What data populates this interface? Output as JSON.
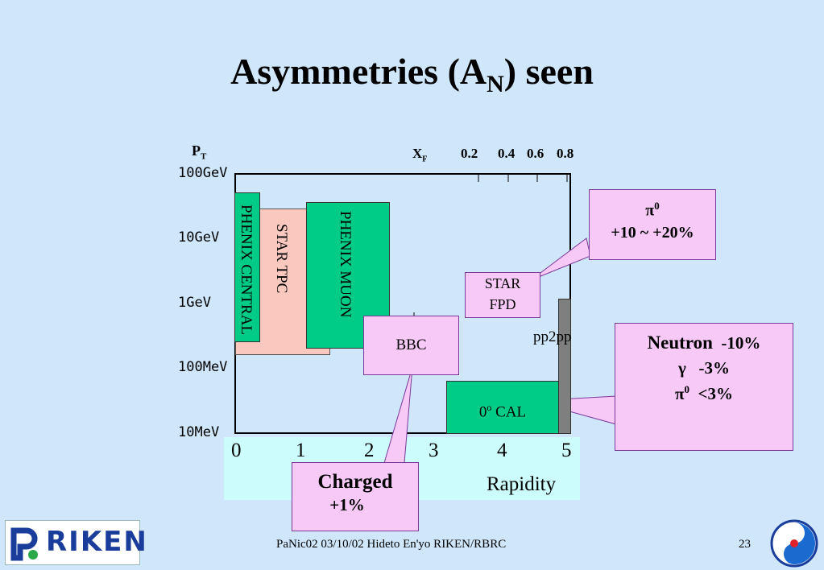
{
  "slide": {
    "title_main": "Asymmetries (A",
    "title_sub": "N",
    "title_end": ") seen",
    "footer": "PaNic02  03/10/02  Hideto En'yo RIKEN/RBRC",
    "page_number": "23"
  },
  "logo": {
    "text": "RIKEN"
  },
  "chart": {
    "y_axis_symbol": "P",
    "y_axis_sub": "T",
    "y_ticks": [
      "100GeV",
      "10GeV",
      "1GeV",
      "100MeV",
      "10MeV"
    ],
    "x_ticks": [
      "0",
      "1",
      "2",
      "3",
      "4",
      "5"
    ],
    "x_axis_label": "Rapidity",
    "xf_symbol": "X",
    "xf_sub": "F",
    "xf_ticks": [
      "0.2",
      "0.4",
      "0.6",
      "0.8"
    ],
    "regions": {
      "phenix_central": "PHENIX CENTRAL",
      "star_tpc": "STAR TPC",
      "phenix_muon": "PHENIX MUON",
      "bbc": "BBC",
      "star_fpd_line1": "STAR",
      "star_fpd_line2": "FPD",
      "pp2pp": "pp2pp",
      "zdc_sup": "o",
      "zdc_zero": "0",
      "zdc_cal": " CAL"
    },
    "callouts": {
      "pi0_symbol": "π",
      "pi0_sup": "0",
      "pi0_value": "+10 ~ +20%",
      "neutron_label": "Neutron",
      "neutron_value": "-10%",
      "gamma_symbol": "γ",
      "gamma_value": "-3%",
      "pi0b_symbol": "π",
      "pi0b_sup": "0",
      "pi0b_value": "<3%",
      "charged_label": "Charged",
      "charged_value": "+1%"
    },
    "colors": {
      "phenix": "#00cc88",
      "star_tpc": "#fbc8c0",
      "callout": "#f7c9f7",
      "pp2pp": "#7f7f7f",
      "rapidity_band": "#ccfcfc",
      "background": "#cfe6fb"
    }
  }
}
